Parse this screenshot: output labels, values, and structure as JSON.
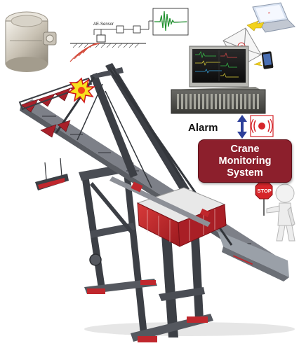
{
  "labels": {
    "ae_sensor": "AE-Sensor",
    "alarm": "Alarm",
    "system_line1": "Crane",
    "system_line2": "Monitoring",
    "system_line3": "System",
    "stop_sign": "STOP"
  },
  "colors": {
    "crane_frame": "#3c3f45",
    "crane_red": "#c0272d",
    "system_box": "#8c1f2c",
    "arrow_blue": "#2c3f9a",
    "alarm_red": "#d6252a"
  },
  "icons": [
    "sensor-device-icon",
    "waveform-chart-icon",
    "laptop-icon",
    "email-envelope-icon",
    "phone-icon",
    "monitor-icon",
    "data-acquisition-icon",
    "alarm-signal-icon",
    "stop-figure-icon",
    "crack-burst-icon"
  ]
}
